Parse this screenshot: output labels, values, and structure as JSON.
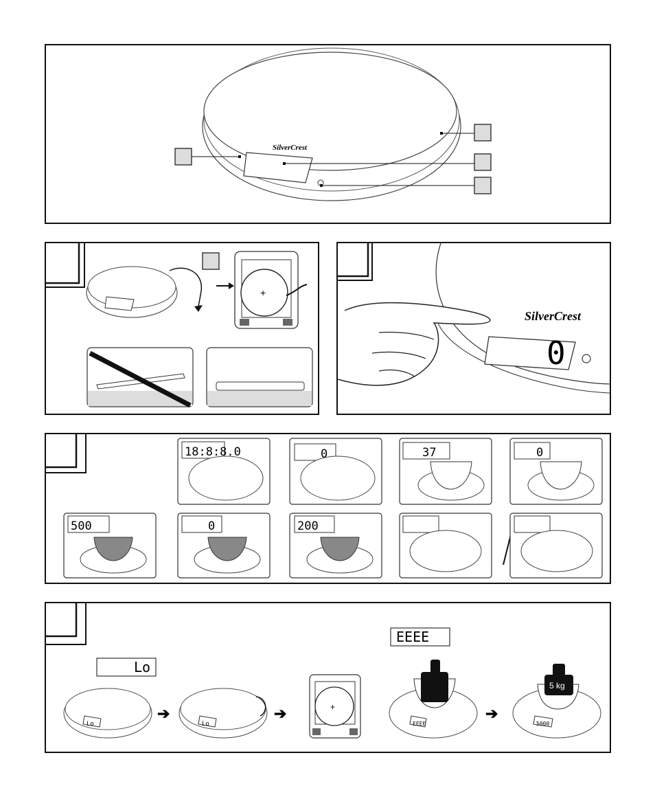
{
  "brand": {
    "name": "SilverCrest"
  },
  "figure1": {
    "display": "0"
  },
  "figure3": {
    "displays": [
      "18:8:8.0",
      "0",
      "37",
      "0",
      "500",
      "0",
      "200",
      "",
      ""
    ]
  },
  "figure4": {
    "low_battery": "Lo",
    "overload": "EEEE",
    "weight_label": "5 kg",
    "overload_display": "5000"
  }
}
